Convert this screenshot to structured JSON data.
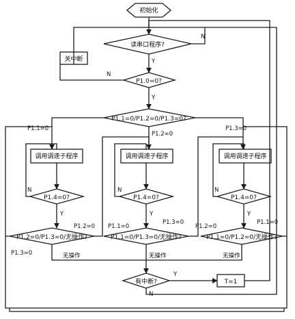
{
  "nodes": {
    "start": "初始化",
    "read_serial": "读串口程序?",
    "close_int": "关中断",
    "p10": "P1.0=0?",
    "p11_13": "P1.1=0/P1.2=0/P1.3=0?",
    "sub1": "调用调速子程序",
    "sub2": "调用调速子程序",
    "sub3": "调用调速子程序",
    "p14a": "P1.4=0?",
    "p14b": "P1.4=0?",
    "p14c": "P1.4=0?",
    "d1": "P1.2=0/P1.3=0/无操作?",
    "d2": "P1.1=0/P1.3=0/无操作?",
    "d3": "P1.1=0/P1.2=0/无操作?",
    "has_int": "有中断?",
    "t1": "T=1"
  },
  "labels": {
    "n_read": "N",
    "y_read": "Y",
    "n_p10": "N",
    "y_p10": "Y",
    "p11": "P1.1=0",
    "p12": "P1.2=0",
    "p13": "P1.3=0",
    "n14a": "N",
    "y14a": "Y",
    "n14b": "N",
    "y14b": "Y",
    "n14c": "N",
    "y14c": "Y",
    "d1_p12": "P1.2=0",
    "d1_p13": "P1.3=0",
    "d1_none": "无操作",
    "d2_p11": "P1.1=0",
    "d2_p13": "P1.3=0",
    "d2_none": "无操作",
    "d3_p12": "P1.2=0",
    "d3_p11": "P1.1=0",
    "d3_none": "无操作",
    "y_int": "Y",
    "n_int": "N"
  }
}
